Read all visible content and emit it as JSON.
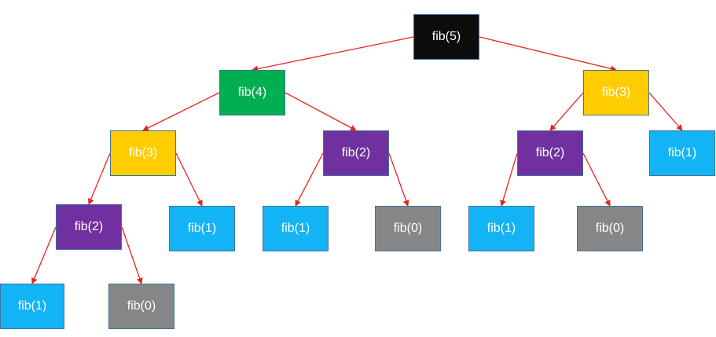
{
  "colors": {
    "root": "#0d0d0d",
    "fib4": "#00b050",
    "fib3": "#ffcc00",
    "fib2": "#7030a0",
    "fib1": "#12b4f5",
    "fib0": "#868686",
    "edge": "#e8251d"
  },
  "nodes": [
    {
      "id": "n5",
      "label": "fib(5)"
    },
    {
      "id": "n4",
      "label": "fib(4)"
    },
    {
      "id": "n3r",
      "label": "fib(3)"
    },
    {
      "id": "n3",
      "label": "fib(3)"
    },
    {
      "id": "n2m",
      "label": "fib(2)"
    },
    {
      "id": "n2r",
      "label": "fib(2)"
    },
    {
      "id": "n1r",
      "label": "fib(1)"
    },
    {
      "id": "n2l",
      "label": "fib(2)"
    },
    {
      "id": "n1a",
      "label": "fib(1)"
    },
    {
      "id": "n1b",
      "label": "fib(1)"
    },
    {
      "id": "n0a",
      "label": "fib(0)"
    },
    {
      "id": "n1c",
      "label": "fib(1)"
    },
    {
      "id": "n0b",
      "label": "fib(0)"
    },
    {
      "id": "n1d",
      "label": "fib(1)"
    },
    {
      "id": "n0c",
      "label": "fib(0)"
    }
  ],
  "edges": [
    [
      "n5",
      "n4"
    ],
    [
      "n5",
      "n3r"
    ],
    [
      "n4",
      "n3"
    ],
    [
      "n4",
      "n2m"
    ],
    [
      "n3r",
      "n2r"
    ],
    [
      "n3r",
      "n1r"
    ],
    [
      "n3",
      "n2l"
    ],
    [
      "n3",
      "n1a"
    ],
    [
      "n2m",
      "n1b"
    ],
    [
      "n2m",
      "n0a"
    ],
    [
      "n2r",
      "n1c"
    ],
    [
      "n2r",
      "n0b"
    ],
    [
      "n2l",
      "n1d"
    ],
    [
      "n2l",
      "n0c"
    ]
  ]
}
